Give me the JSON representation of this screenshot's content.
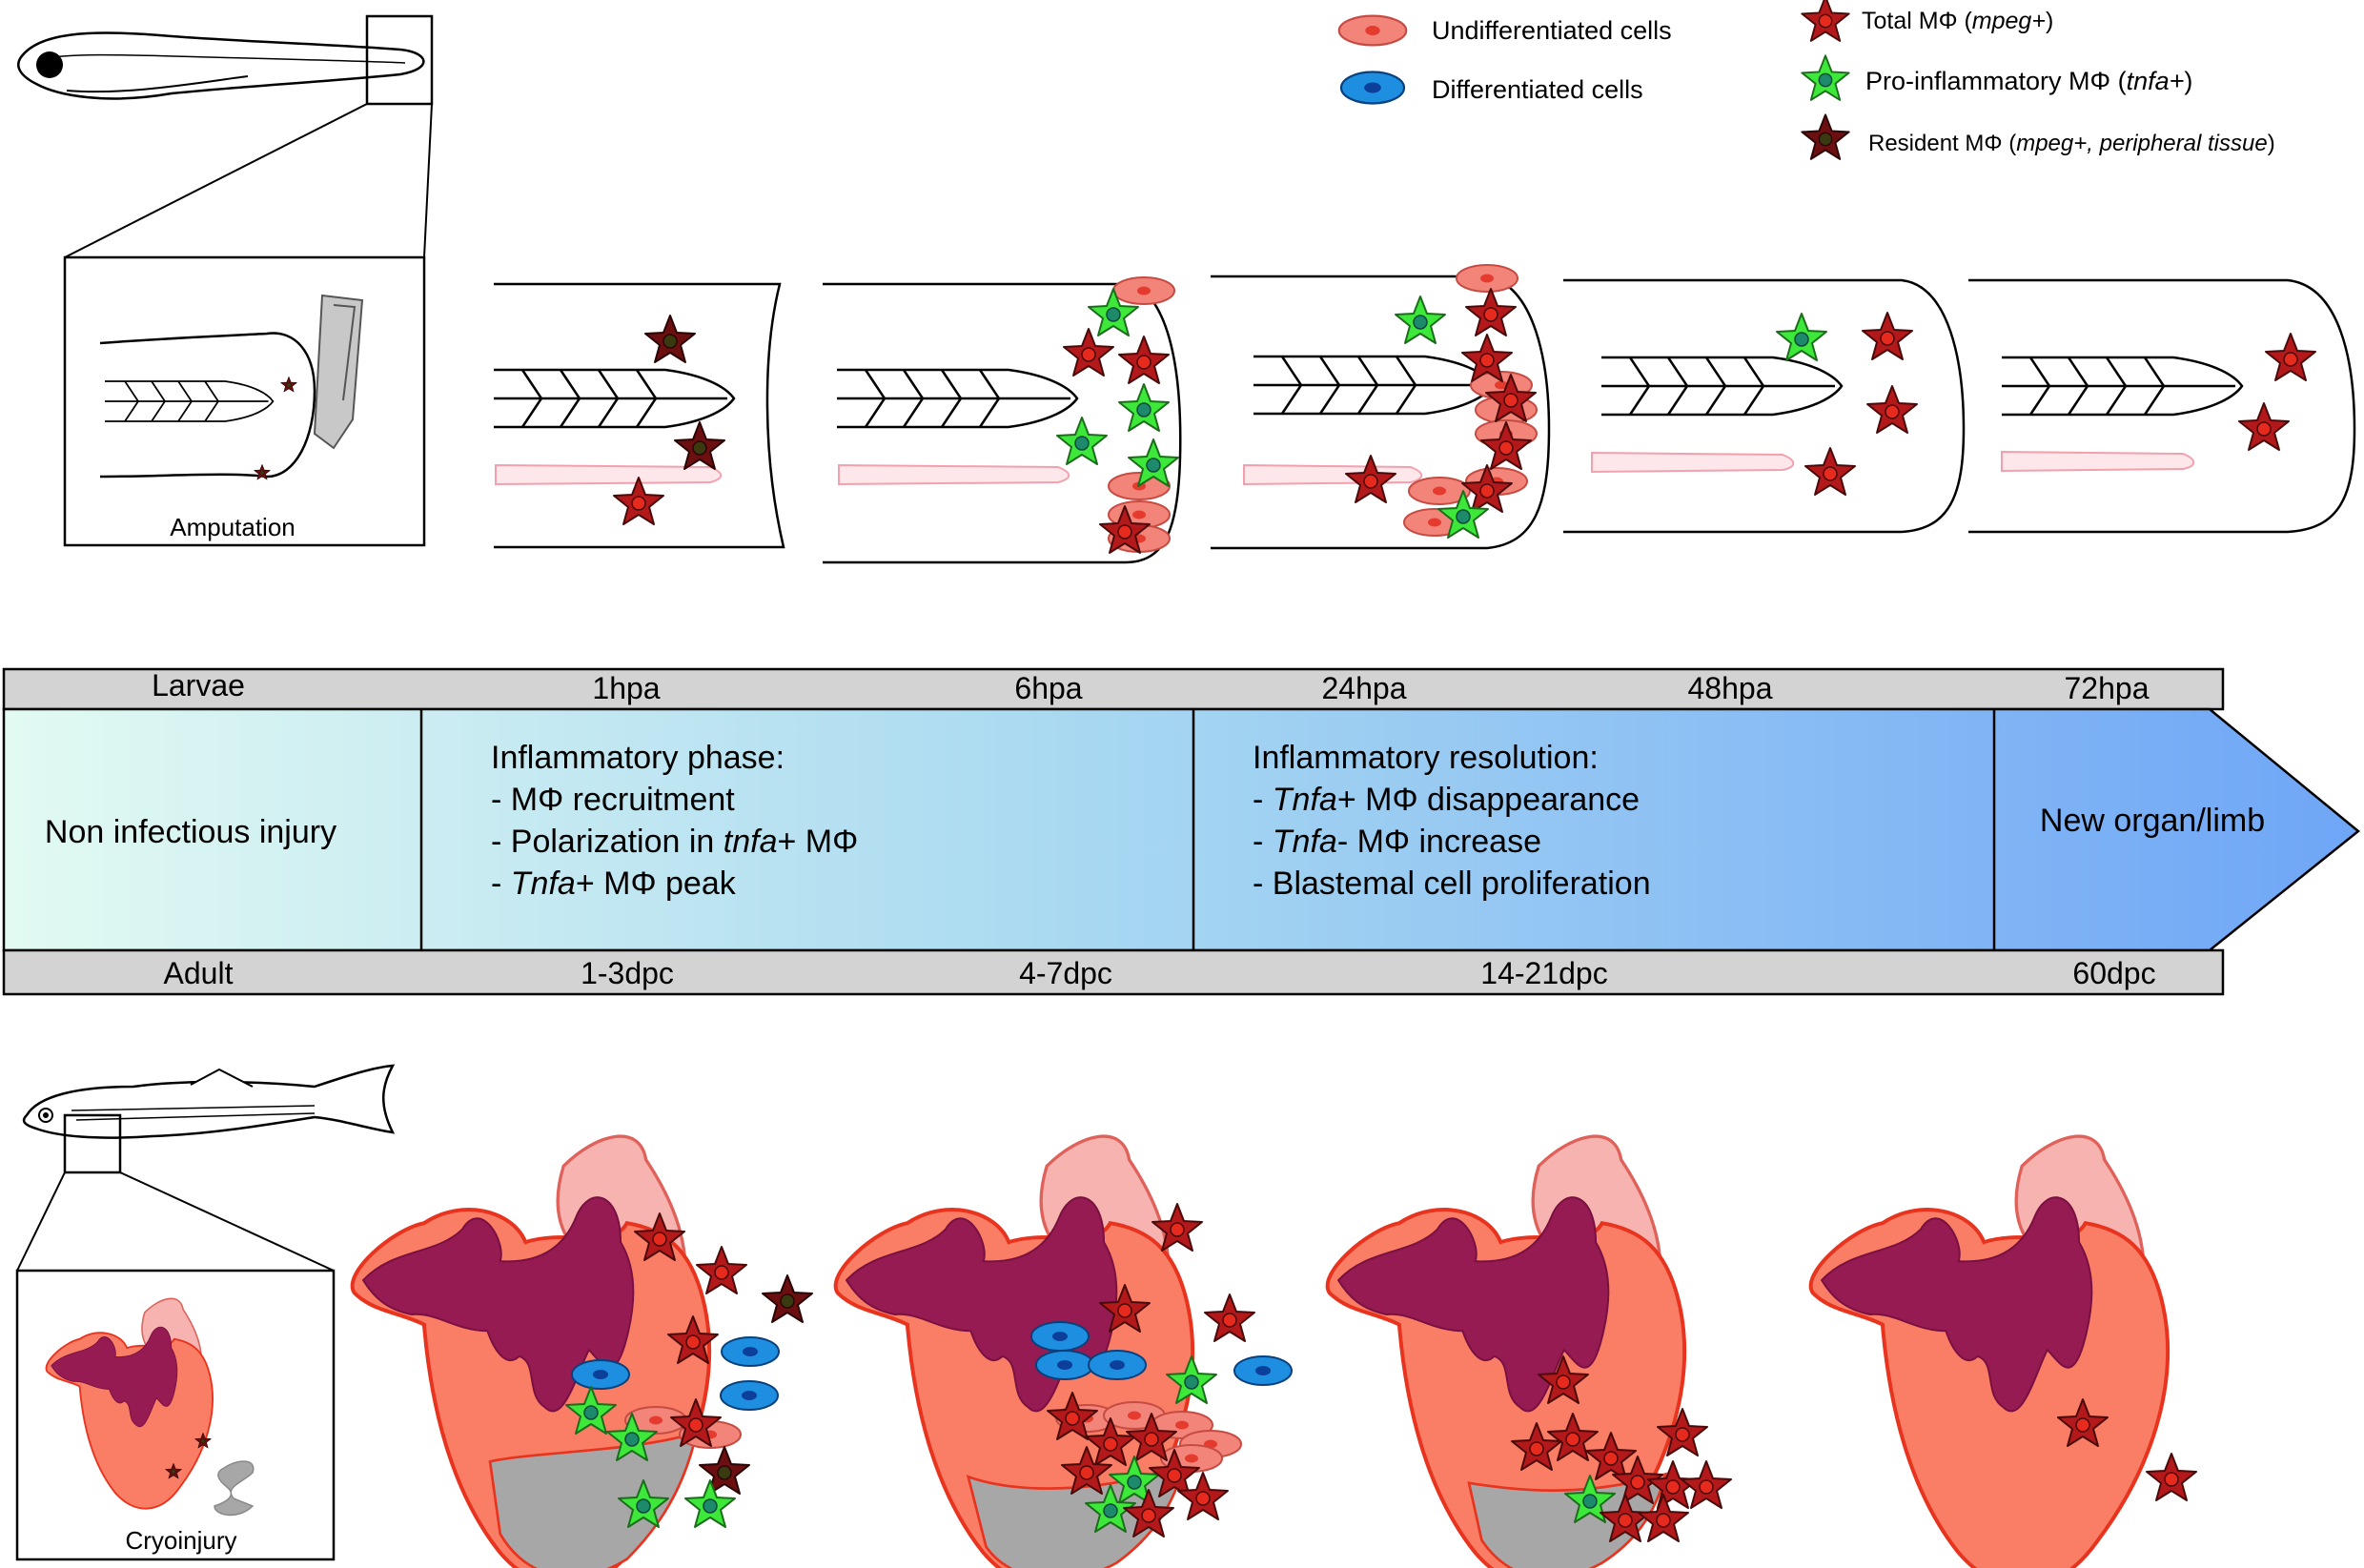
{
  "legend": {
    "undifferentiated": "Undifferentiated cells",
    "differentiated": "Differentiated cells",
    "total_mphi_prefix": "Total MΦ (",
    "total_mphi_marker": "mpeg+",
    "total_mphi_suffix": ")",
    "pro_inflammatory_prefix": "Pro-inflammatory MΦ (",
    "pro_inflammatory_marker": "tnfa+",
    "pro_inflammatory_suffix": ")",
    "resident_prefix": "Resident MΦ (",
    "resident_marker": "mpeg+, peripheral tissue",
    "resident_suffix": ")"
  },
  "colors": {
    "undiff_fill": "#f2847a",
    "undiff_nucleus": "#e53a2e",
    "diff_fill": "#1e8fe0",
    "diff_nucleus": "#0b3f9a",
    "total_mphi": "#b3191b",
    "total_mphi_core": "#e62b1e",
    "pro_mphi": "#3de83a",
    "pro_mphi_core": "#1d8a6c",
    "resident_mphi": "#6b0f10",
    "resident_mphi_core": "#3a3a10",
    "heart_outer": "#fa7e66",
    "heart_muscle": "#951b52",
    "atrium": "#f6b3b0",
    "wound": "#a7a7a7",
    "bar_grey": "#d3d3d3",
    "timeline_start": "#e2faf2",
    "timeline_end": "#6fa6f6"
  },
  "panels": {
    "amputation_label": "Amputation",
    "cryoinjury_label": "Cryoinjury"
  },
  "timeline": {
    "larvae_label": "Larvae",
    "larvae_times": [
      "1hpa",
      "6hpa",
      "24hpa",
      "48hpa",
      "72hpa"
    ],
    "adult_label": "Adult",
    "adult_times": [
      "1-3dpc",
      "4-7dpc",
      "14-21dpc",
      "60dpc"
    ],
    "stage1": "Non infectious injury",
    "phase1_title": "Inflammatory phase:",
    "phase1_line1": "- MΦ recruitment",
    "phase1_line2_prefix": "- Polarization in ",
    "phase1_line2_italic": "tnfa",
    "phase1_line2_suffix": "+ MΦ",
    "phase1_line3_prefix": "- ",
    "phase1_line3_italic": "Tnfa",
    "phase1_line3_suffix": "+ MΦ peak",
    "phase2_title": "Inflammatory resolution:",
    "phase2_line1_prefix": "- ",
    "phase2_line1_italic": "Tnfa",
    "phase2_line1_suffix": "+ MΦ disappearance",
    "phase2_line2_prefix": "- ",
    "phase2_line2_italic": "Tnfa",
    "phase2_line2_suffix": "- MΦ increase",
    "phase2_line3": "- Blastemal cell proliferation",
    "stage4": "New organ/limb"
  }
}
